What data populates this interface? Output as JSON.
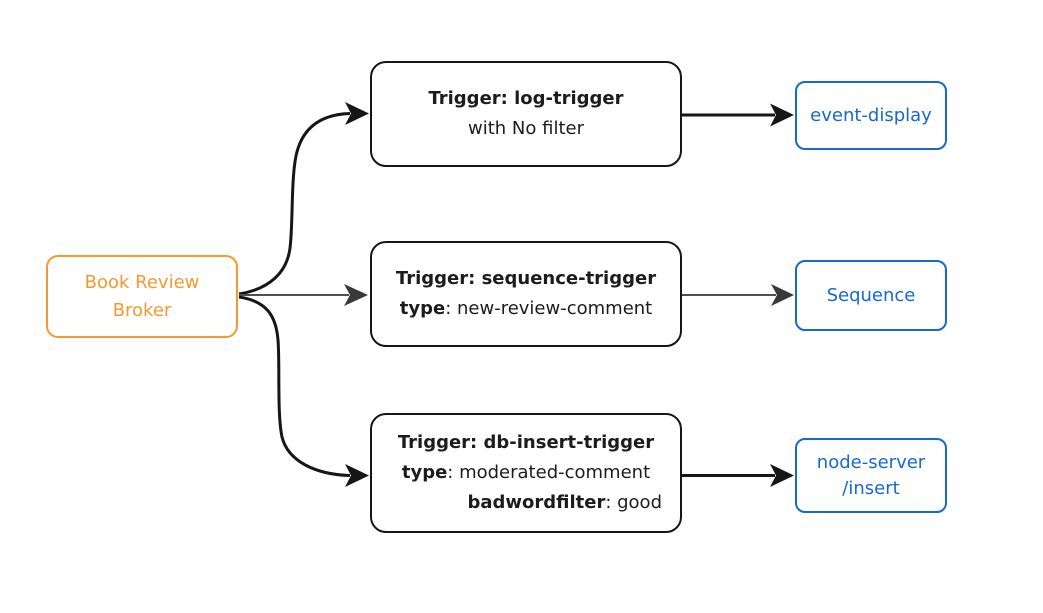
{
  "diagram": {
    "broker": {
      "label": "Book Review Broker",
      "lines": [
        "Book Review",
        "Broker"
      ]
    },
    "triggers": [
      {
        "name": "log-trigger",
        "lines": [
          {
            "bold": "Trigger: log-trigger",
            "rest": ""
          },
          {
            "bold": "",
            "rest": "with No filter"
          }
        ]
      },
      {
        "name": "sequence-trigger",
        "lines": [
          {
            "bold": "Trigger: sequence-trigger",
            "rest": ""
          },
          {
            "bold": "type",
            "rest": ": new-review-comment"
          }
        ]
      },
      {
        "name": "db-insert-trigger",
        "lines": [
          {
            "bold": "Trigger: db-insert-trigger",
            "rest": ""
          },
          {
            "bold": "type",
            "rest": ": moderated-comment"
          },
          {
            "bold": "badwordfilter",
            "rest": ": good"
          }
        ]
      }
    ],
    "sinks": [
      {
        "name": "event-display",
        "lines": [
          "event-display"
        ]
      },
      {
        "name": "sequence",
        "lines": [
          "Sequence"
        ]
      },
      {
        "name": "node-server-insert",
        "lines": [
          "node-server",
          "/insert"
        ]
      }
    ],
    "edges": [
      {
        "from": "broker",
        "to": "log-trigger"
      },
      {
        "from": "broker",
        "to": "sequence-trigger"
      },
      {
        "from": "broker",
        "to": "db-insert-trigger"
      },
      {
        "from": "log-trigger",
        "to": "event-display"
      },
      {
        "from": "sequence-trigger",
        "to": "sequence"
      },
      {
        "from": "db-insert-trigger",
        "to": "node-server-insert"
      }
    ]
  },
  "colors": {
    "broker-accent": "#f5992e",
    "sink-accent": "#1569d0",
    "edge-dark": "#161616",
    "edge-gray": "#4f4f4f",
    "arrow-gray": "#383838",
    "node-border-dark": "#161616",
    "text-dark": "#1c1c1c",
    "background": "#ffffff"
  }
}
